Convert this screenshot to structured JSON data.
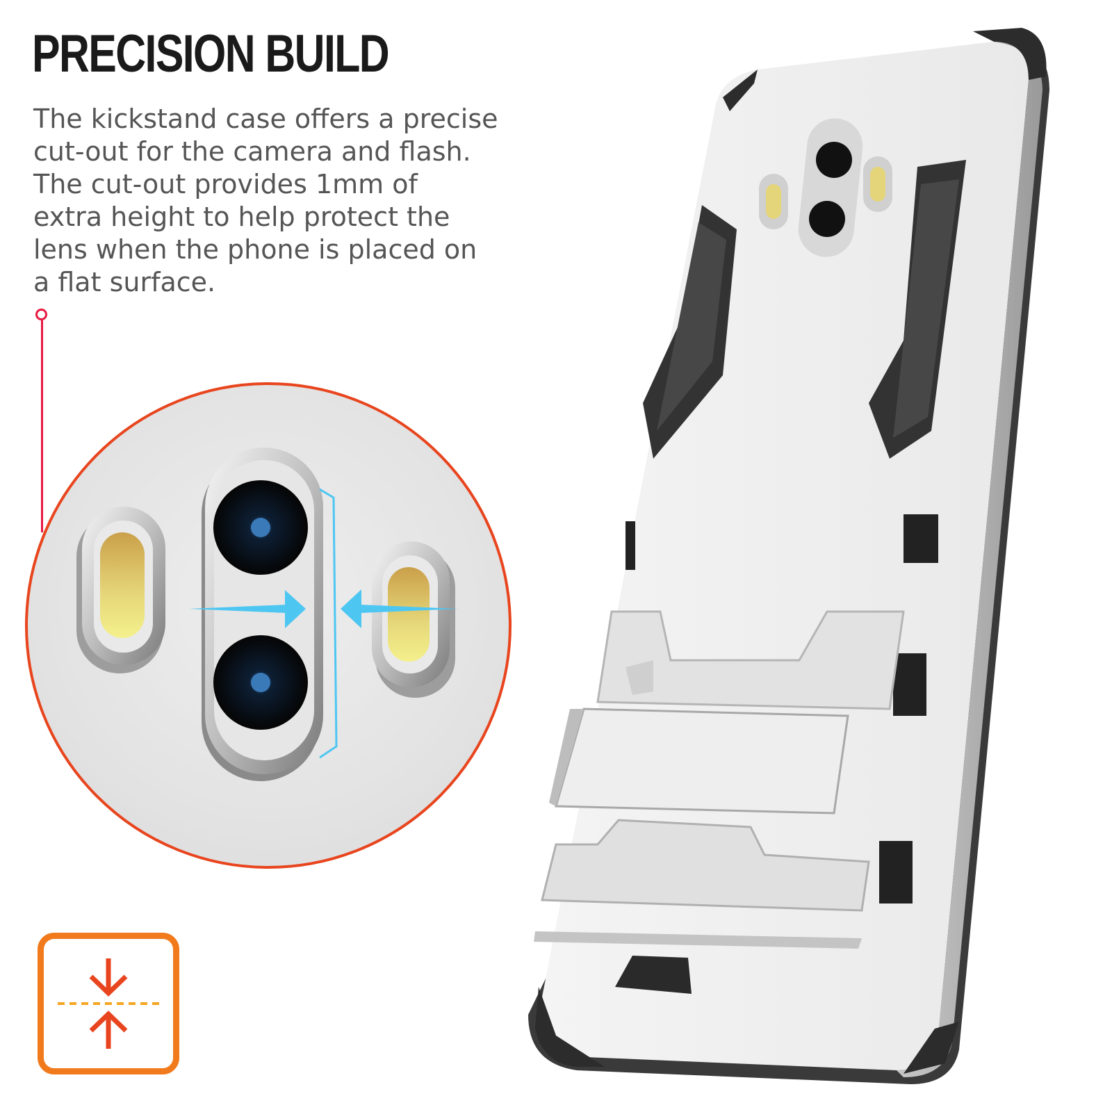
{
  "heading": "PRECISION BUILD",
  "description_lines": [
    "The kickstand case offers a precise",
    "cut-out for the camera and flash.",
    "The cut-out provides 1mm of",
    "extra height to help protect the",
    "lens when the phone is placed on",
    "a flat surface."
  ],
  "colors": {
    "accent_red": "#e8173f",
    "circle_border": "#e8451e",
    "badge_orange": "#f07a1c",
    "arrow_blue": "#4ec6f2"
  },
  "icons": {
    "badge": "compress-arrows-icon"
  }
}
